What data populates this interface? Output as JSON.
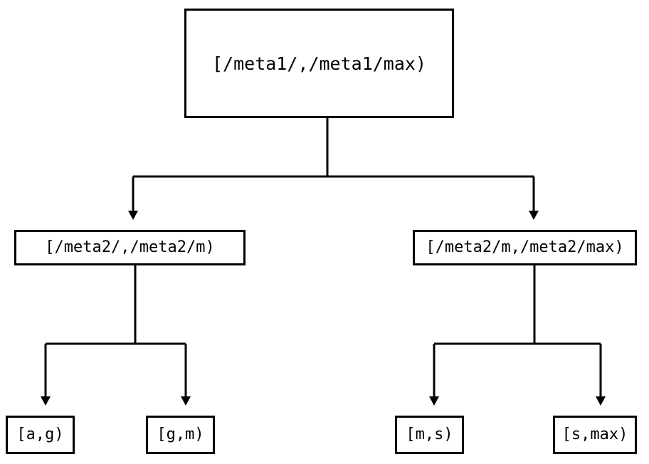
{
  "diagram": {
    "type": "tree",
    "orientation": "top-down",
    "background_color": "#ffffff",
    "stroke_color": "#000000",
    "text_color": "#000000",
    "nodes": {
      "root": {
        "label": "[/meta1/,/meta1/max)"
      },
      "mid_left": {
        "label": "[/meta2/,/meta2/m)"
      },
      "mid_right": {
        "label": "[/meta2/m,/meta2/max)"
      },
      "leaf_ag": {
        "label": "[a,g)"
      },
      "leaf_gm": {
        "label": "[g,m)"
      },
      "leaf_ms": {
        "label": "[m,s)"
      },
      "leaf_smax": {
        "label": "[s,max)"
      }
    },
    "edges": [
      {
        "from": "root",
        "to": "mid_left",
        "arrowhead": "filled-triangle-down"
      },
      {
        "from": "root",
        "to": "mid_right",
        "arrowhead": "filled-triangle-down"
      },
      {
        "from": "mid_left",
        "to": "leaf_ag",
        "arrowhead": "filled-triangle-down"
      },
      {
        "from": "mid_left",
        "to": "leaf_gm",
        "arrowhead": "filled-triangle-down"
      },
      {
        "from": "mid_right",
        "to": "leaf_ms",
        "arrowhead": "filled-triangle-down"
      },
      {
        "from": "mid_right",
        "to": "leaf_smax",
        "arrowhead": "filled-triangle-down"
      }
    ]
  }
}
